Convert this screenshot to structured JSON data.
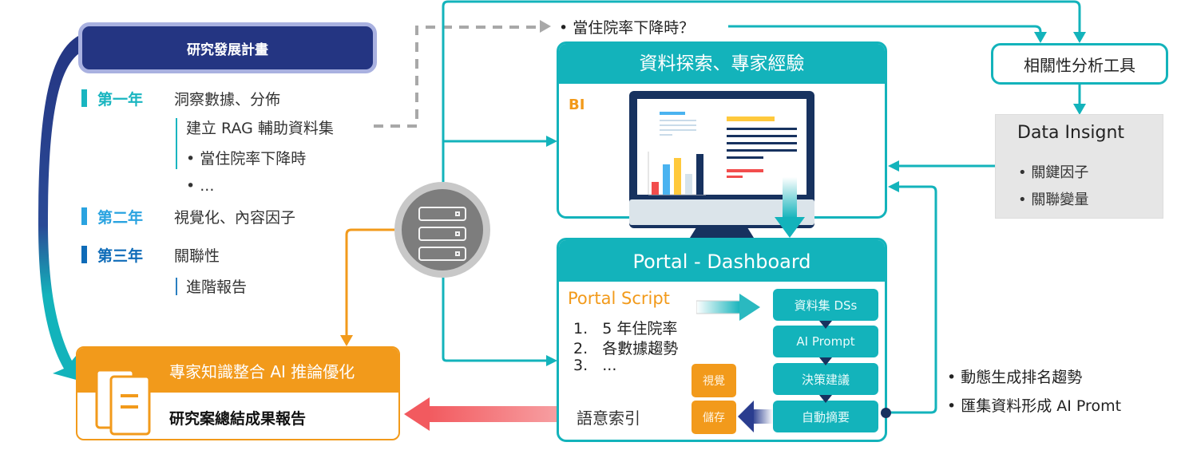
{
  "plan": {
    "title": "研究發展計畫",
    "years": [
      {
        "label": "第一年",
        "desc": "洞察數據、分佈",
        "color": "#19b5c0"
      },
      {
        "label": "第二年",
        "desc": "視覺化、內容因子",
        "color": "#2aa3e0"
      },
      {
        "label": "第三年",
        "desc": "關聯性",
        "color": "#0e6bb8"
      }
    ],
    "year1_sub": {
      "heading": "建立 RAG 輔助資料集",
      "bullets": [
        "當住院率下降時",
        "..."
      ]
    },
    "year3_sub": "進階報告"
  },
  "output_box": {
    "title": "專家知識整合 AI 推論優化",
    "subtitle": "研究案總結成果報告"
  },
  "question": "當住院率下降時？",
  "exploration_panel": {
    "title": "資料探索、專家經驗",
    "bi_label": "BI"
  },
  "portal_panel": {
    "title": "Portal - Dashboard",
    "script_title": "Portal Script",
    "script_items": [
      {
        "num": "1.",
        "text": "5 年住院率"
      },
      {
        "num": "2.",
        "text": "各數據趨勢"
      },
      {
        "num": "3.",
        "text": "..."
      }
    ],
    "steps": [
      "資料集 DSs",
      "AI Prompt",
      "決策建議",
      "自動摘要"
    ],
    "orange_steps": [
      "視覺",
      "儲存"
    ],
    "semantic_index": "語意索引"
  },
  "correlation_tool": "相關性分析工具",
  "data_insight": {
    "title": "Data Insignt",
    "items": [
      "關鍵因子",
      "關聯變量"
    ]
  },
  "right_bullets": [
    "動態生成排名趨勢",
    "匯集資料形成 AI Promt"
  ],
  "colors": {
    "teal": "#13b3bb",
    "navy": "#243582",
    "orange": "#f29a1b",
    "red_arrow": "#f25a5f",
    "gray_dash": "#a0a0a0"
  }
}
